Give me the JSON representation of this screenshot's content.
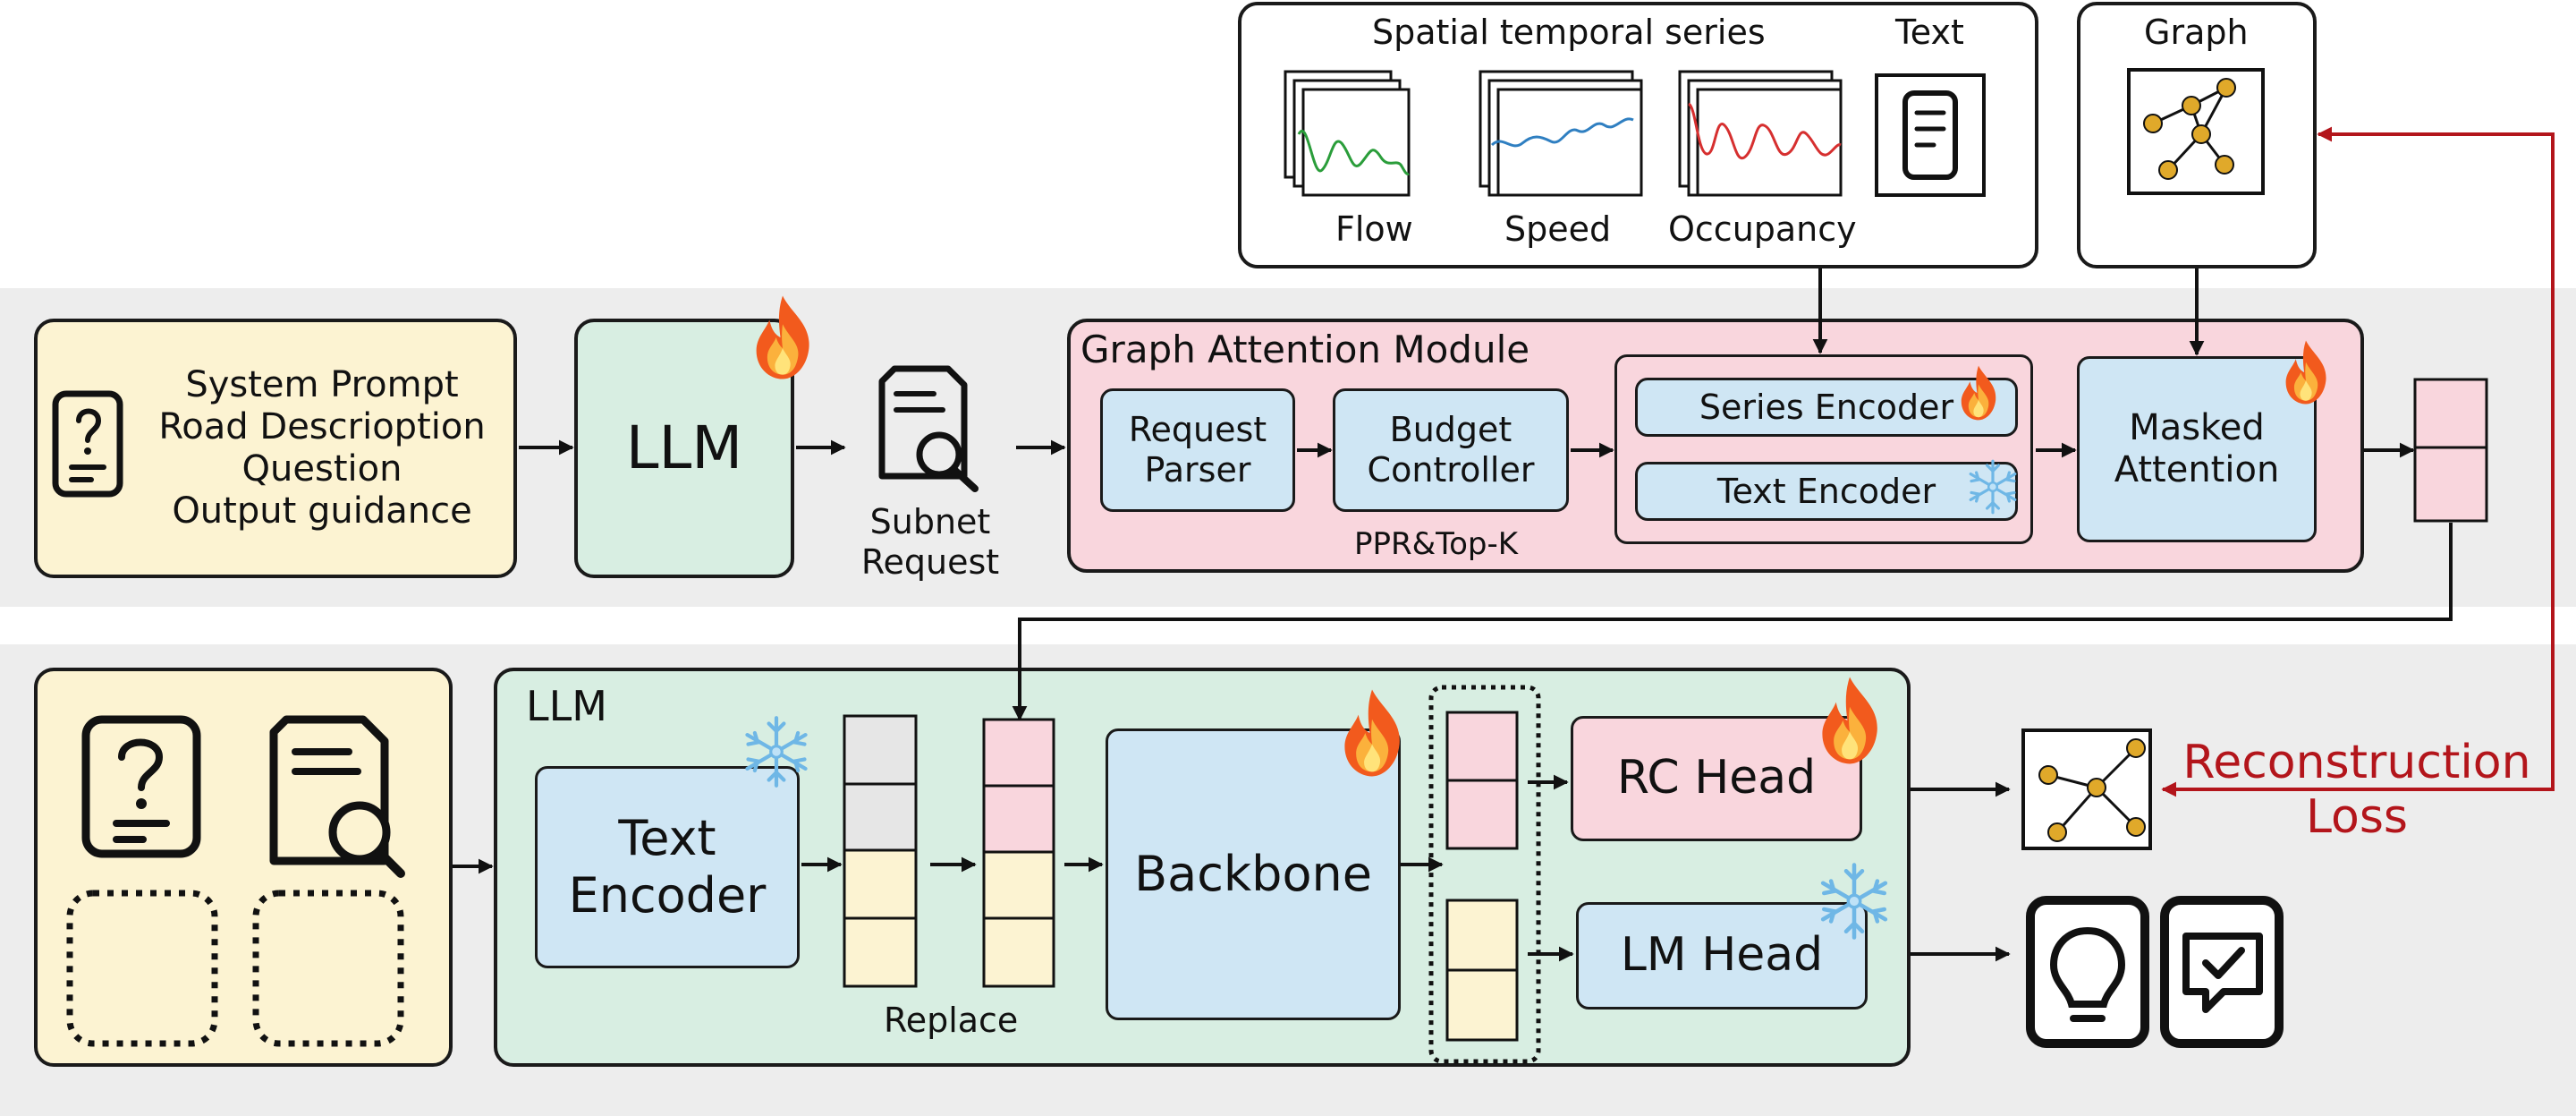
{
  "top_inputs": {
    "series_title": "Spatial temporal series",
    "text_title": "Text",
    "graph_title": "Graph",
    "flow": "Flow",
    "speed": "Speed",
    "occupancy": "Occupancy"
  },
  "stage1": {
    "prompt_lines": [
      "System Prompt",
      "Road Descrioption",
      "Question",
      "Output guidance"
    ],
    "llm": "LLM",
    "subnet_request": [
      "Subnet",
      "Request"
    ],
    "gam_title": "Graph Attention Module",
    "request_parser": [
      "Request",
      "Parser"
    ],
    "budget_controller": [
      "Budget",
      "Controller"
    ],
    "ppr_topk": "PPR&Top-K",
    "series_encoder": "Series Encoder",
    "text_encoder": "Text Encoder",
    "masked_attention": [
      "Masked",
      "Attention"
    ]
  },
  "stage2": {
    "llm_title": "LLM",
    "text_encoder": [
      "Text",
      "Encoder"
    ],
    "replace": "Replace",
    "backbone": "Backbone",
    "rc_head": "RC Head",
    "lm_head": "LM Head",
    "reconstruction_loss": [
      "Reconstruction",
      "Loss"
    ]
  },
  "colors": {
    "band": "#ededed",
    "cream": "#fcf3d2",
    "green": "#d8eee2",
    "pink": "#f9d6dd",
    "blue": "#cfe6f4",
    "loss_red": "#b3151b",
    "flow_line": "#2a9d3a",
    "speed_line": "#2f7fc1",
    "occupancy_line": "#d62f2f",
    "graph_node": "#e0a92a"
  },
  "icons": {
    "trainable": "fire-icon",
    "frozen": "snowflake-icon",
    "question_doc": "question-document-icon",
    "search_doc": "search-document-icon",
    "output_idea": "lightbulb-icon",
    "output_check": "chat-check-icon"
  }
}
